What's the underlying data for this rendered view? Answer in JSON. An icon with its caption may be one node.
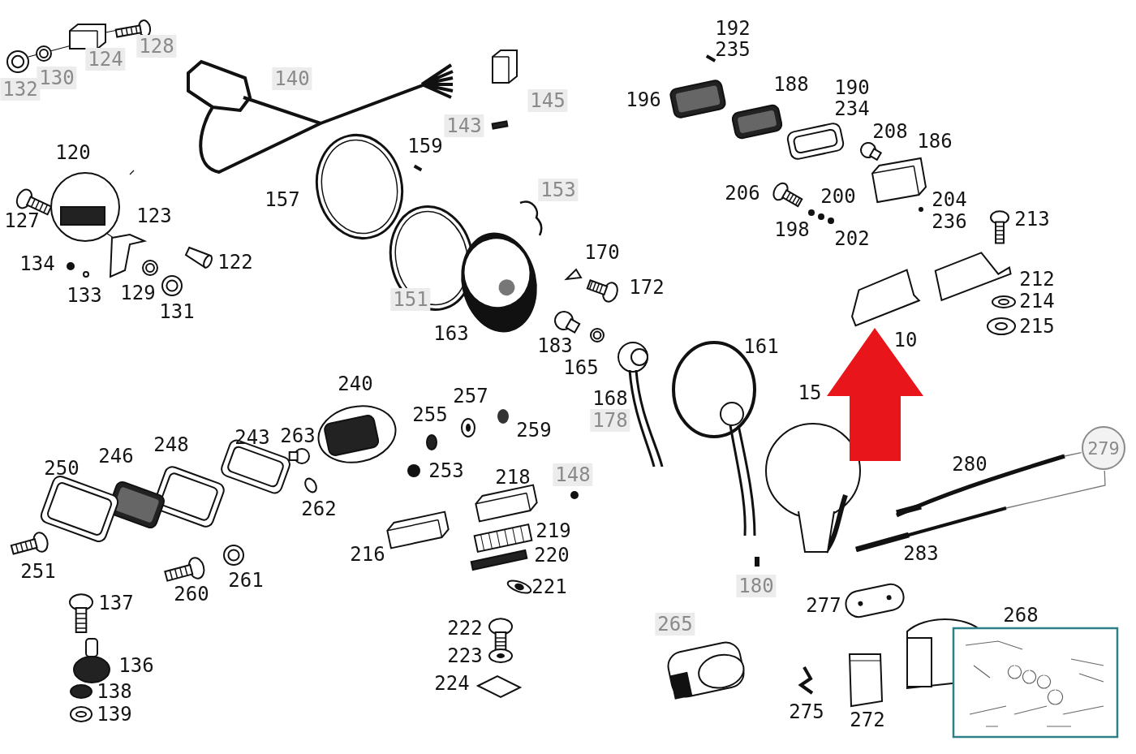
{
  "diagram": {
    "nodes": [
      {
        "text": [
          "279"
        ]
      },
      {
        "text": [],
        "shape": "picture"
      },
      {
        "text": [],
        "shape": "picture"
      }
    ],
    "edges": [
      {
        "from": 0,
        "to": 1,
        "arrow": "none"
      },
      {
        "from": 0,
        "to": 2,
        "arrow": "none"
      }
    ],
    "labels": [
      "128",
      "124",
      "130",
      "132",
      "140",
      "145",
      "143",
      "192",
      "235",
      "196",
      "188",
      "190",
      "234",
      "208",
      "186",
      "159",
      "120",
      "157",
      "153",
      "206",
      "200",
      "204",
      "236",
      "213",
      "127",
      "123",
      "198",
      "202",
      "170",
      "122",
      "134",
      "212",
      "172",
      "133",
      "129",
      "151",
      "131",
      "214",
      "215",
      "163",
      "10",
      "183",
      "161",
      "165",
      "240",
      "15",
      "257",
      "168",
      "255",
      "178",
      "259",
      "243",
      "263",
      "248",
      "246",
      "280",
      "250",
      "253",
      "218",
      "148",
      "262",
      "219",
      "216",
      "220",
      "283",
      "251",
      "261",
      "221",
      "180",
      "260",
      "137",
      "277",
      "268",
      "265",
      "222",
      "223",
      "136",
      "224",
      "138",
      "275",
      "139",
      "272"
    ]
  }
}
